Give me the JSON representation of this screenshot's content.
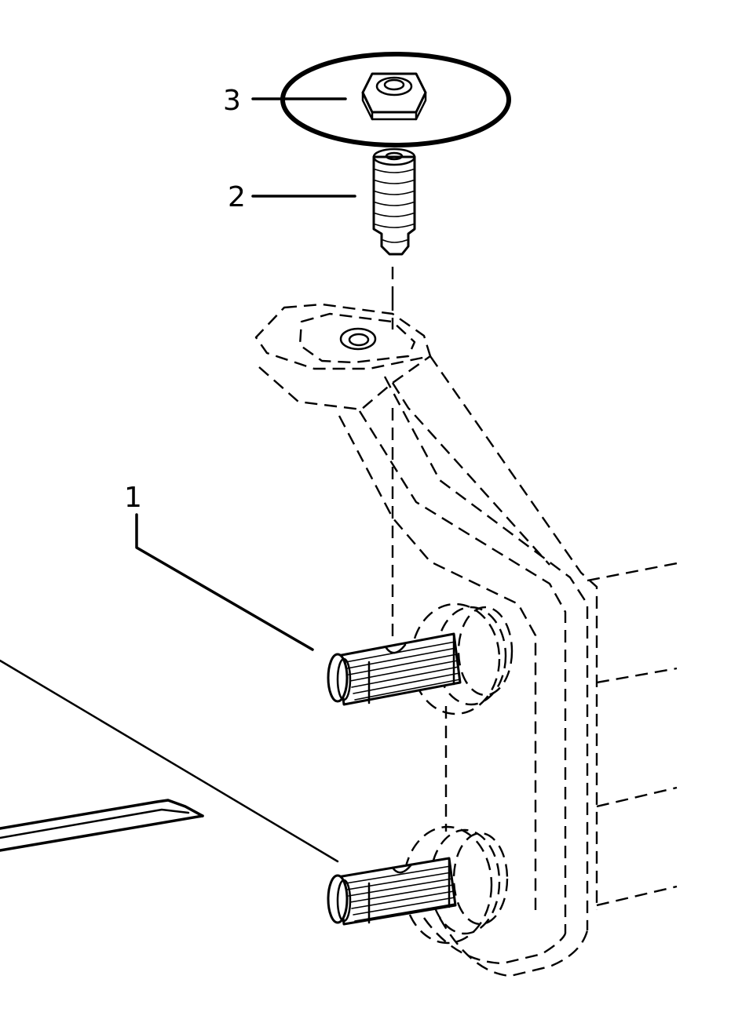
{
  "callouts": [
    {
      "id": "1",
      "label": "1"
    },
    {
      "id": "2",
      "label": "2"
    },
    {
      "id": "3",
      "label": "3"
    }
  ],
  "colors": {
    "ink": "#000000",
    "paper": "#ffffff"
  },
  "icons": [
    "hex-nut-icon",
    "threaded-stud-icon",
    "bracket-icon",
    "splined-shaft-icon"
  ]
}
